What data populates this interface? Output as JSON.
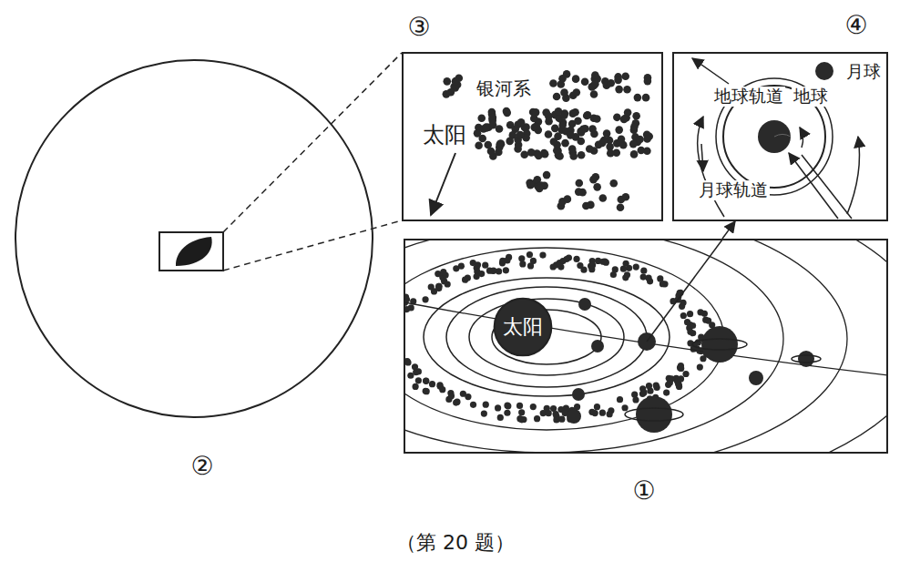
{
  "diagram": {
    "caption": "（第 20 题）",
    "nodes": [
      {
        "text": [
          "②"
        ]
      },
      {
        "text": [
          "③",
          "银河系",
          "太阳"
        ]
      },
      {
        "text": [
          "④",
          "地球轨道",
          "地球",
          "月球",
          "月球轨道"
        ]
      },
      {
        "text": [
          "①"
        ]
      },
      {
        "text": [
          "太阳"
        ],
        "in": 3
      }
    ],
    "edges": [
      {
        "from": 3,
        "to": 2,
        "arrow": "to"
      }
    ]
  }
}
